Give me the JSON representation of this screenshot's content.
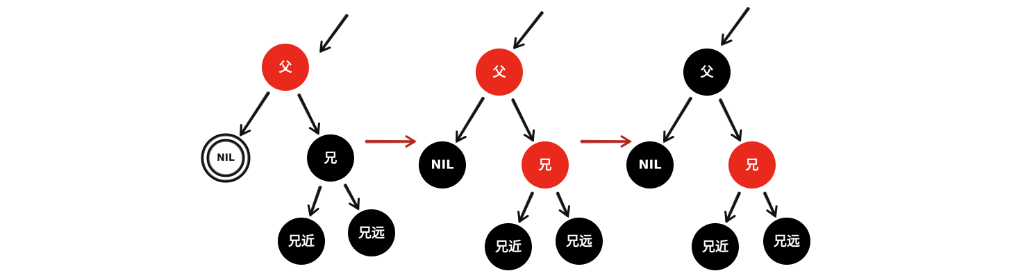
{
  "colors": {
    "red_node": "#e8291c",
    "black_node": "#000000",
    "edge": "#111111",
    "transition_arrow": "#b3261e",
    "background": "#ffffff"
  },
  "labels": {
    "parent": "父",
    "sibling": "兄",
    "near_nephew": "兄近",
    "far_nephew": "兄远",
    "nil": "NIL"
  },
  "panels": [
    {
      "step": 1,
      "nodes": [
        {
          "id": "parent",
          "label": "父",
          "color": "red"
        },
        {
          "id": "nil",
          "label": "NIL",
          "color": "double-ring"
        },
        {
          "id": "sibling",
          "label": "兄",
          "color": "black"
        },
        {
          "id": "near_nephew",
          "label": "兄近",
          "color": "black"
        },
        {
          "id": "far_nephew",
          "label": "兄远",
          "color": "black"
        }
      ]
    },
    {
      "step": 2,
      "nodes": [
        {
          "id": "parent",
          "label": "父",
          "color": "red"
        },
        {
          "id": "nil",
          "label": "NIL",
          "color": "black"
        },
        {
          "id": "sibling",
          "label": "兄",
          "color": "red"
        },
        {
          "id": "near_nephew",
          "label": "兄近",
          "color": "black"
        },
        {
          "id": "far_nephew",
          "label": "兄远",
          "color": "black"
        }
      ]
    },
    {
      "step": 3,
      "nodes": [
        {
          "id": "parent",
          "label": "父",
          "color": "black"
        },
        {
          "id": "nil",
          "label": "NIL",
          "color": "black"
        },
        {
          "id": "sibling",
          "label": "兄",
          "color": "red"
        },
        {
          "id": "near_nephew",
          "label": "兄近",
          "color": "black"
        },
        {
          "id": "far_nephew",
          "label": "兄远",
          "color": "black"
        }
      ]
    }
  ],
  "transitions": [
    {
      "from": 1,
      "to": 2,
      "icon": "arrow-right-icon"
    },
    {
      "from": 2,
      "to": 3,
      "icon": "arrow-right-icon"
    }
  ]
}
